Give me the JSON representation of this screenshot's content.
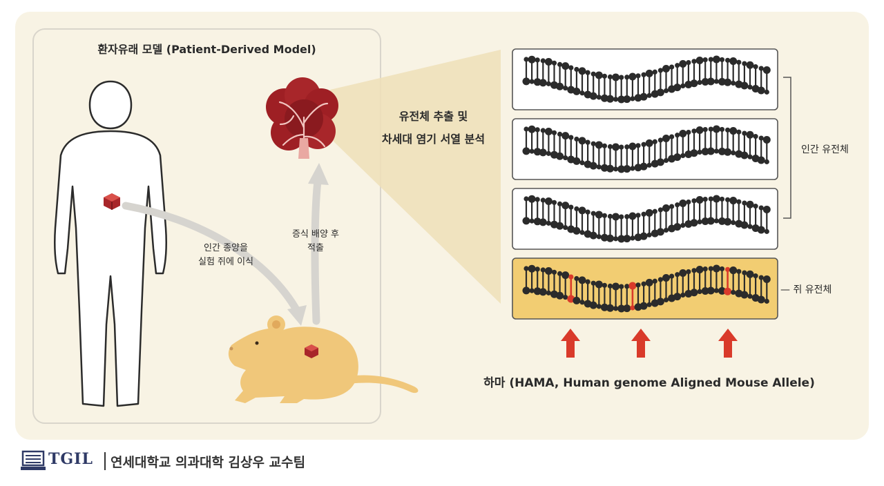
{
  "title": "환자유래 모델 (Patient-Derived Model)",
  "labels": {
    "transplant_line1": "인간 종양을",
    "transplant_line2": "실험 쥐에 이식",
    "culture_line1": "증식 배양 후",
    "culture_line2": "적출",
    "extract_line1": "유전체 추출 및",
    "extract_line2": "차세대 염기 서열 분석",
    "human_genome": "인간 유전체",
    "mouse_genome": "— 쥐 유전체",
    "hama": "하마 (HAMA, Human genome Aligned Mouse Allele)"
  },
  "footer": {
    "logo_text": "TGIL",
    "credit": "연세대학교 의과대학 김상우 교수팀"
  },
  "colors": {
    "background": "#f8f3e4",
    "human_box": "#ffffff",
    "mouse_box": "#f2cd72",
    "highlight_red": "#d93a2a",
    "mouse_body": "#f0c77a",
    "tumor": "#a8262a"
  }
}
